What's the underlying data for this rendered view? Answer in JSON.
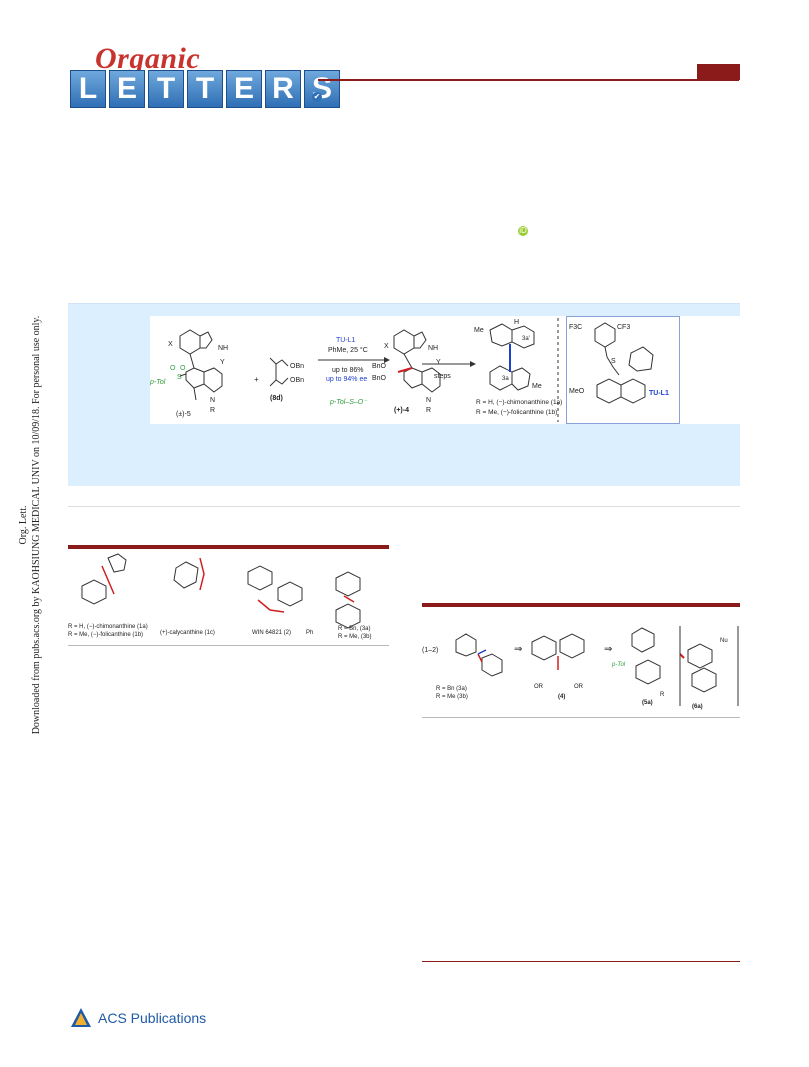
{
  "header": {
    "logo_script": "Organic",
    "logo_letters": [
      "L",
      "E",
      "T",
      "T",
      "E",
      "R",
      "S"
    ],
    "check_glyph": "✔",
    "accent_color": "#8b1a1a",
    "logo_blue": "#2f6fb5"
  },
  "orcid_icon": "orcid-icon",
  "toc": {
    "x_label": "X",
    "y_label": "Y",
    "nh1": "NH",
    "ptol": "p-Tol",
    "so": "S",
    "o1": "O",
    "o2": "O",
    "reagent_label": "(±)-5",
    "n_label": "N",
    "r_label": "R",
    "plus": "+",
    "obn1": "OBn",
    "obn2": "OBn",
    "malonate_label": "(8d)",
    "cond_catalyst": "TU-L1",
    "cond_solvent": "PhMe, 25 °C",
    "cond_yield": "up to 86%",
    "cond_ee": "up to 94% ee",
    "byproduct": "p-Tol–S–O⁻",
    "bno1": "BnO",
    "bno2": "BnO",
    "product_label": "(+)-4",
    "steps": "steps",
    "me1": "Me",
    "me2": "Me",
    "label_3a": "3a",
    "label_3a_prime": "3a'",
    "h": "H",
    "line1": "R = H, (−)-chimonanthine (1a)",
    "line2": "R = Me, (−)-folicanthine (1b)",
    "cf3_left": "F3C",
    "cf3_right": "CF3",
    "meo": "MeO",
    "catalyst_label": "TU-L1",
    "thio_s": "S"
  },
  "figure1": {
    "line1": "R = H, (−)-chimonanthine (1a)",
    "line2": "R = Me, (−)-folicanthine (1b)",
    "calycanthine": "(+)-calycanthine (1c)",
    "win": "WIN 64821 (2)",
    "ph": "Ph",
    "r_bn": "R = Bn, (3a)",
    "r_me": "R = Me, (3b)"
  },
  "figure2": {
    "start": "(1–2)",
    "r_bn": "R = Bn (3a)",
    "r_me": "R = Me (3b)",
    "arrow": "⇒",
    "or1": "OR",
    "or2": "OR",
    "label_4": "(4)",
    "ptol": "p-Tol",
    "label_5a": "(5a)",
    "label_6a": "(6a)",
    "nu": "Nu",
    "r": "R"
  },
  "side_note": {
    "line1": "Org. Lett.",
    "line2": "Downloaded from pubs.acs.org by KAOHSIUNG MEDICAL UNIV on 10/09/18. For personal use only."
  },
  "footer": {
    "publisher": "ACS Publications"
  }
}
